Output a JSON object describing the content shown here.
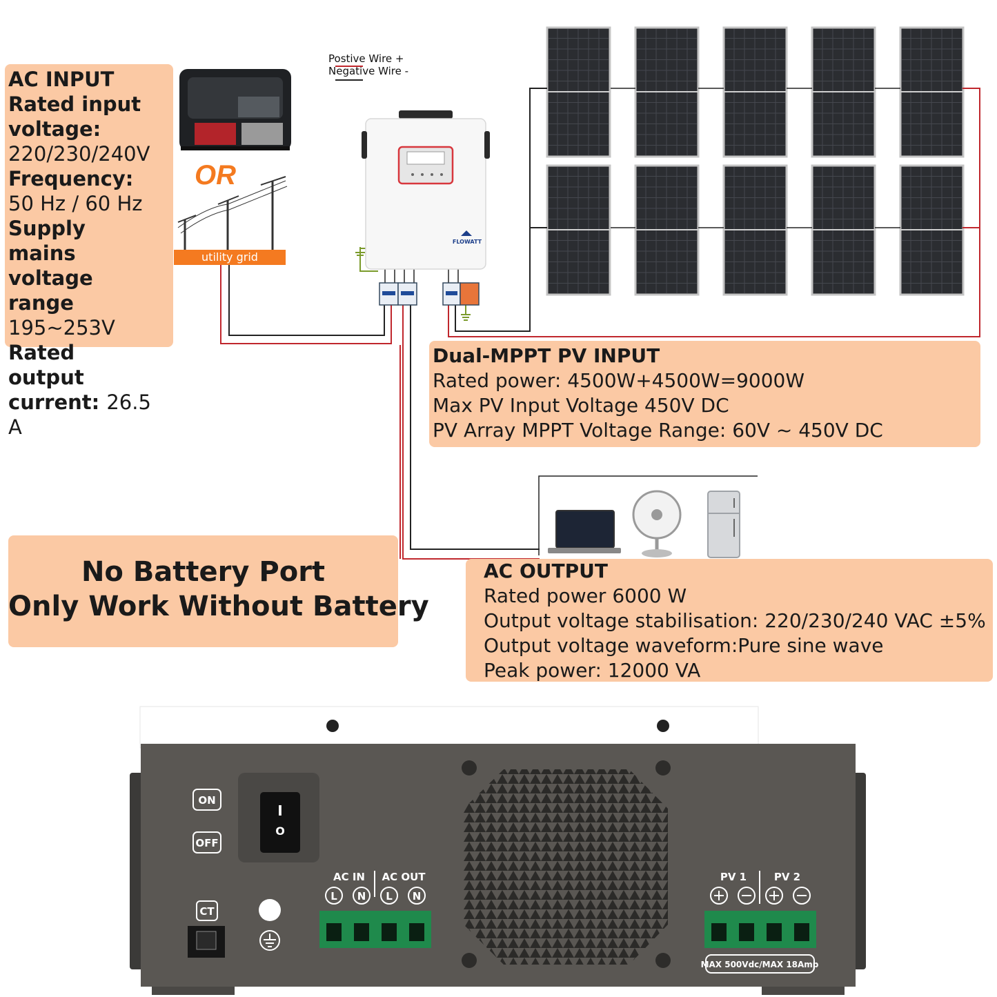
{
  "legend": {
    "positive": "Postive Wire +",
    "negative": "Negative Wire -"
  },
  "ac_input": {
    "title": "AC INPUT",
    "rated_voltage_label": "Rated input voltage:",
    "rated_voltage_value": "220/230/240V",
    "frequency_label": "Frequency:",
    "frequency_value": "50 Hz / 60 Hz",
    "range_label": "Supply mains voltage range",
    "range_value": "195~253V",
    "output_current_label": "Rated output current:",
    "output_current_value": "26.5 A"
  },
  "source": {
    "or_text": "OR",
    "grid_label": "utility grid"
  },
  "inverter": {
    "brand": "FLOWATT"
  },
  "pv_input": {
    "title": "Dual-MPPT PV INPUT",
    "line1": "Rated power: 4500W+4500W=9000W",
    "line2": "Max PV Input Voltage 450V DC",
    "line3": "PV Array MPPT Voltage Range: 60V ~ 450V DC"
  },
  "battery_note": {
    "line1": "No Battery Port",
    "line2": "Only Work Without Battery"
  },
  "ac_output": {
    "title": "AC OUTPUT",
    "line1": "Rated power 6000 W",
    "line2": "Output voltage stabilisation: 220/230/240 VAC ±5%",
    "line3": "Output voltage waveform:Pure sine wave",
    "line4": "Peak power: 12000 VA"
  },
  "rear_panel": {
    "on": "ON",
    "off": "OFF",
    "ct": "CT",
    "ac_in": "AC  IN",
    "ac_out": "AC  OUT",
    "l": "L",
    "n": "N",
    "pv1": "PV 1",
    "pv2": "PV 2",
    "rating": "MAX 500Vdc/MAX 18Amp",
    "switch_on": "I",
    "switch_off": "O"
  },
  "colors": {
    "box_fill": "#fbc9a4",
    "positive_wire": "#c0272d",
    "negative_wire": "#222222",
    "grid_band": "#f47a20",
    "or_text": "#f47a20",
    "chassis": "#5a5753"
  }
}
